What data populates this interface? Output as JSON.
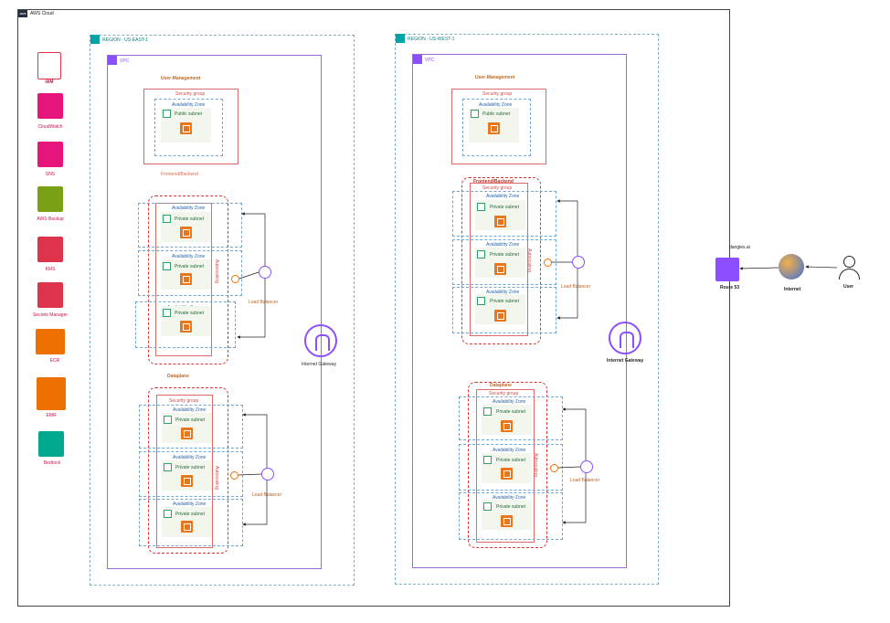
{
  "cloud": {
    "title": "AWS Cloud",
    "badge": "aws"
  },
  "services": [
    {
      "label": "IAM",
      "icon": "iam-icon",
      "color": "#dd344c"
    },
    {
      "label": "CloudWatch",
      "icon": "cloudwatch-icon",
      "color": "#e7157b"
    },
    {
      "label": "SNS",
      "icon": "sns-icon",
      "color": "#e7157b"
    },
    {
      "label": "AWS Backup",
      "icon": "backup-icon",
      "color": "#7aa116"
    },
    {
      "label": "KMS",
      "icon": "kms-icon",
      "color": "#dd344c"
    },
    {
      "label": "Secrets Manager",
      "icon": "secrets-manager-icon",
      "color": "#dd344c"
    },
    {
      "label": "ECR",
      "icon": "ecr-icon",
      "color": "#ed7100"
    },
    {
      "label": "EMR",
      "icon": "emr-icon",
      "color": "#ed7100"
    },
    {
      "label": "Bedrock",
      "icon": "bedrock-icon",
      "color": "#01a88d"
    }
  ],
  "east": {
    "region": "REGION - US-EAST-1",
    "vpc": "VPC",
    "user_mgmt": "User-Management",
    "sg": "Security group",
    "az": "Availability Zone",
    "public_subnet": "Public subnet",
    "frontend": "Frontend/Backend",
    "private_subnet": "Private subnet",
    "autoscaling": "Autoscaling",
    "load_balancer": "Load Balancer",
    "dataplane": "Dataplane",
    "igw": "Internet Gateway"
  },
  "west": {
    "region": "REGION - US-WEST-1",
    "vpc": "VPC",
    "user_mgmt": "User-Management",
    "sg": "Security group",
    "az": "Availability Zone",
    "public_subnet": "Public subnet",
    "frontend": "Frontend/Backend",
    "private_subnet": "Private subnet",
    "autoscaling": "Autoscaling",
    "load_balancer": "Load Balancer",
    "dataplane": "Dataplane",
    "igw": "Internet Gateway"
  },
  "external": {
    "domain": "dangles.ai",
    "route53": "Route 53",
    "internet": "Internet",
    "user": "User"
  },
  "colors": {
    "purple": "#8c4fff",
    "orange": "#ed7100",
    "green": "#2aa36b"
  }
}
